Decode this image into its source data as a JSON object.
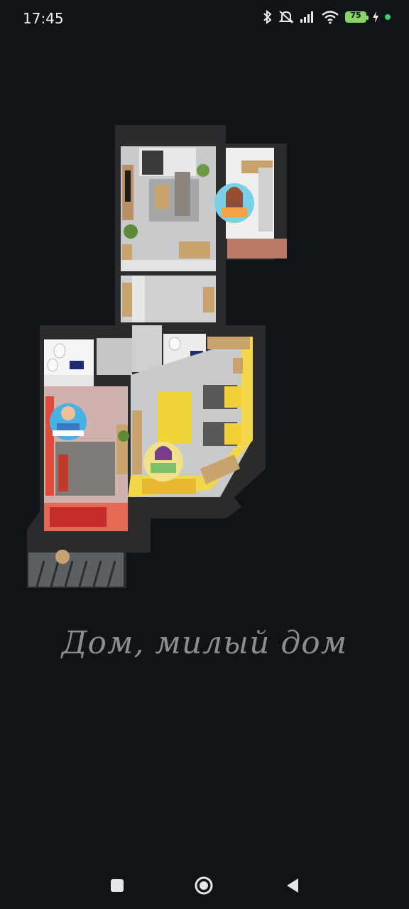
{
  "status_bar": {
    "time": "17:45",
    "battery_level": "75",
    "icons": [
      "bluetooth-icon",
      "mute-icon",
      "signal-icon",
      "wifi-icon",
      "battery-icon",
      "charging-icon",
      "green-dot-indicator"
    ]
  },
  "floorplan": {
    "avatars": [
      "cook-avatar",
      "gamer-avatar",
      "student-avatar"
    ],
    "colors": {
      "walls": "#2b2b2e",
      "floor": "#bfc0c2",
      "bedroom_accent": "#e46a55",
      "kids_room_accent": "#f2d74a",
      "brick": "#b87965"
    }
  },
  "caption": "Дом, милый дом",
  "nav_bar": {
    "icons": [
      "recents-square-icon",
      "home-circle-icon",
      "back-triangle-icon"
    ]
  }
}
